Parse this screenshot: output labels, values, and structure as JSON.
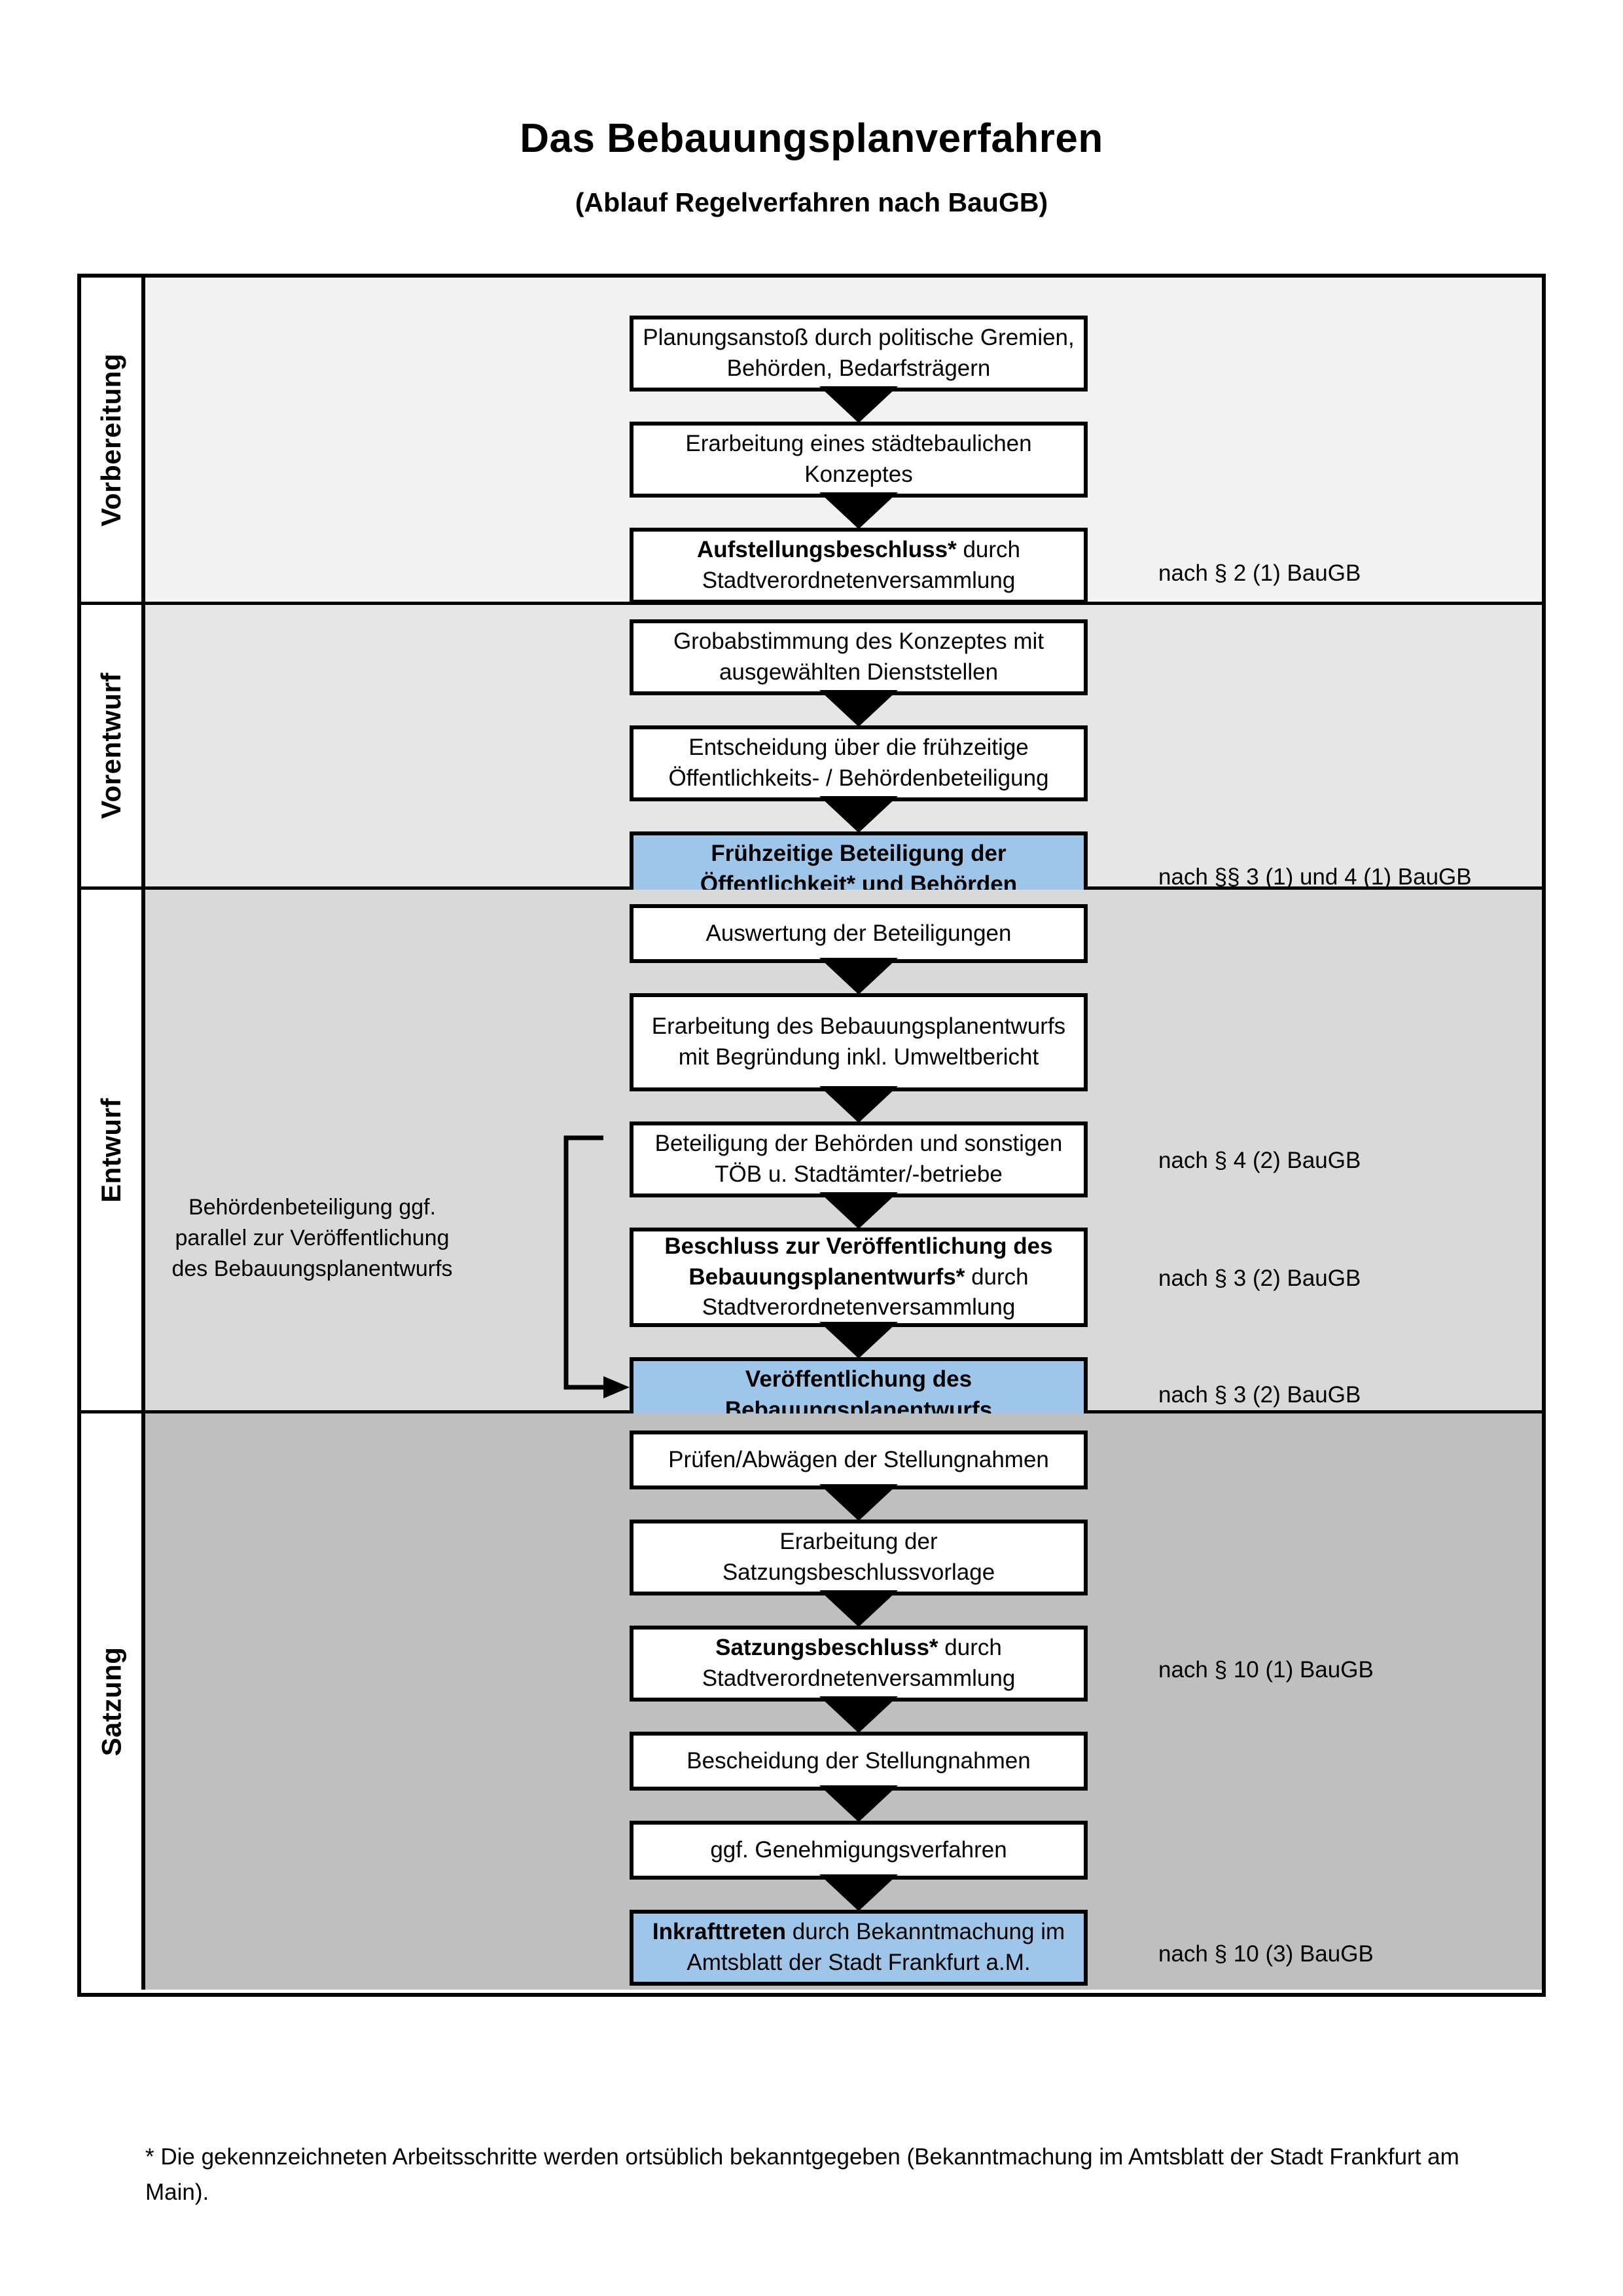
{
  "title": {
    "main": "Das Bebauungsplanverfahren",
    "sub": "(Ablauf Regelverfahren nach BauGB)"
  },
  "phases": [
    {
      "label": "Vorbereitung",
      "bg": "#f2f2f2"
    },
    {
      "label": "Vorentwurf",
      "bg": "#e6e6e6"
    },
    {
      "label": "Entwurf",
      "bg": "#d9d9d9"
    },
    {
      "label": "Satzung",
      "bg": "#bfbfbf"
    }
  ],
  "steps": {
    "s1": {
      "text": "Planungsanstoß durch politische Gremien, Behörden, Bedarfsträgern"
    },
    "s2": {
      "text": "Erarbeitung eines städtebaulichen Konzeptes"
    },
    "s3": {
      "bold": "Aufstellungsbeschluss*",
      "rest": " durch Stadtverordnetenversammlung"
    },
    "s4": {
      "text": "Grobabstimmung des Konzeptes mit ausgewählten Dienststellen"
    },
    "s5": {
      "text": "Entscheidung über die frühzeitige Öffentlichkeits- / Behördenbeteiligung"
    },
    "s6": {
      "bold": "Frühzeitige Beteiligung der Öffentlichkeit* und Behörden"
    },
    "s7": {
      "text": "Auswertung der Beteiligungen"
    },
    "s8": {
      "text": "Erarbeitung des Bebauungsplanentwurfs mit Begründung inkl. Umweltbericht"
    },
    "s9": {
      "text": "Beteiligung der Behörden und sonstigen TÖB u. Stadtämter/-betriebe"
    },
    "s10": {
      "bold": "Beschluss zur Veröffentlichung des Bebauungsplanentwurfs*",
      "rest": " durch Stadtverordnetenversammlung"
    },
    "s11": {
      "bold": "Veröffentlichung des Bebauungsplanentwurfs"
    },
    "s12": {
      "text": "Prüfen/Abwägen der Stellungnahmen"
    },
    "s13": {
      "text": "Erarbeitung der Satzungsbeschlussvorlage"
    },
    "s14": {
      "bold": "Satzungsbeschluss*",
      "rest": " durch Stadtverordnetenversammlung"
    },
    "s15": {
      "text": "Bescheidung der Stellungnahmen"
    },
    "s16": {
      "text": "ggf. Genehmigungsverfahren"
    },
    "s17": {
      "bold": "Inkrafttreten",
      "rest": " durch Bekanntmachung im Amtsblatt der Stadt Frankfurt a.M."
    }
  },
  "law_refs": {
    "r1": "nach § 2 (1) BauGB",
    "r2": "nach §§ 3 (1) und 4 (1) BauGB",
    "r3": "nach § 4 (2) BauGB",
    "r4": "nach § 3 (2) BauGB",
    "r5": "nach § 3 (2) BauGB",
    "r6": "nach § 10 (1) BauGB",
    "r7": "nach § 10 (3) BauGB"
  },
  "annotation": {
    "parallel_note": "Behördenbeteiligung ggf. parallel zur Veröffentlichung des Bebauungsplanentwurfs"
  },
  "footnote": {
    "text": "* Die gekennzeichneten Arbeitsschritte werden ortsüblich bekanntgegeben (Bekanntmachung im Amtsblatt  der Stadt Frankfurt am Main)."
  },
  "colors": {
    "highlight_blue": "#9fc5e8",
    "frame_black": "#000000"
  }
}
